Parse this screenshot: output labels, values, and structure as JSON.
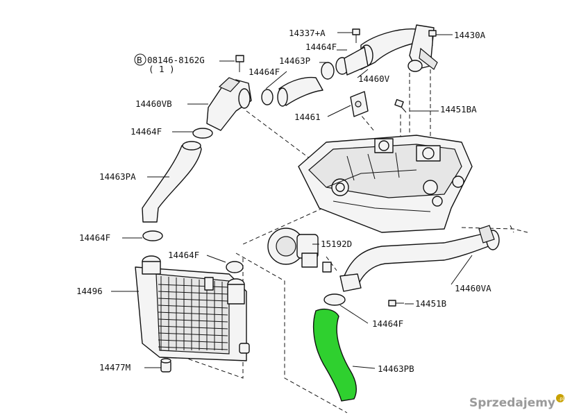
{
  "labels": {
    "p14337A": "14337+A",
    "p14430A": "14430A",
    "p14464F_a": "14464F",
    "b08146": "08146-8162G",
    "b08146_qty": "( 1 )",
    "b08146_badge": "B",
    "p14463P": "14463P",
    "p14464F_b": "14464F",
    "p14460V": "14460V",
    "p14460VB": "14460VB",
    "p14461": "14461",
    "p14451BA": "14451BA",
    "p14464F_c": "14464F",
    "p14463PA": "14463PA",
    "p14464F_d": "14464F",
    "p15192D": "15192D",
    "p14464F_e": "14464F",
    "p14460VA": "14460VA",
    "p14496": "14496",
    "p14451B": "14451B",
    "p14464F_f": "14464F",
    "p14477M": "14477M",
    "p14463PB": "14463PB"
  },
  "watermark": "Sprzedajemy",
  "watermark_suffix": ".pl",
  "colors": {
    "highlight": "#2fd02f",
    "line": "#111111"
  }
}
